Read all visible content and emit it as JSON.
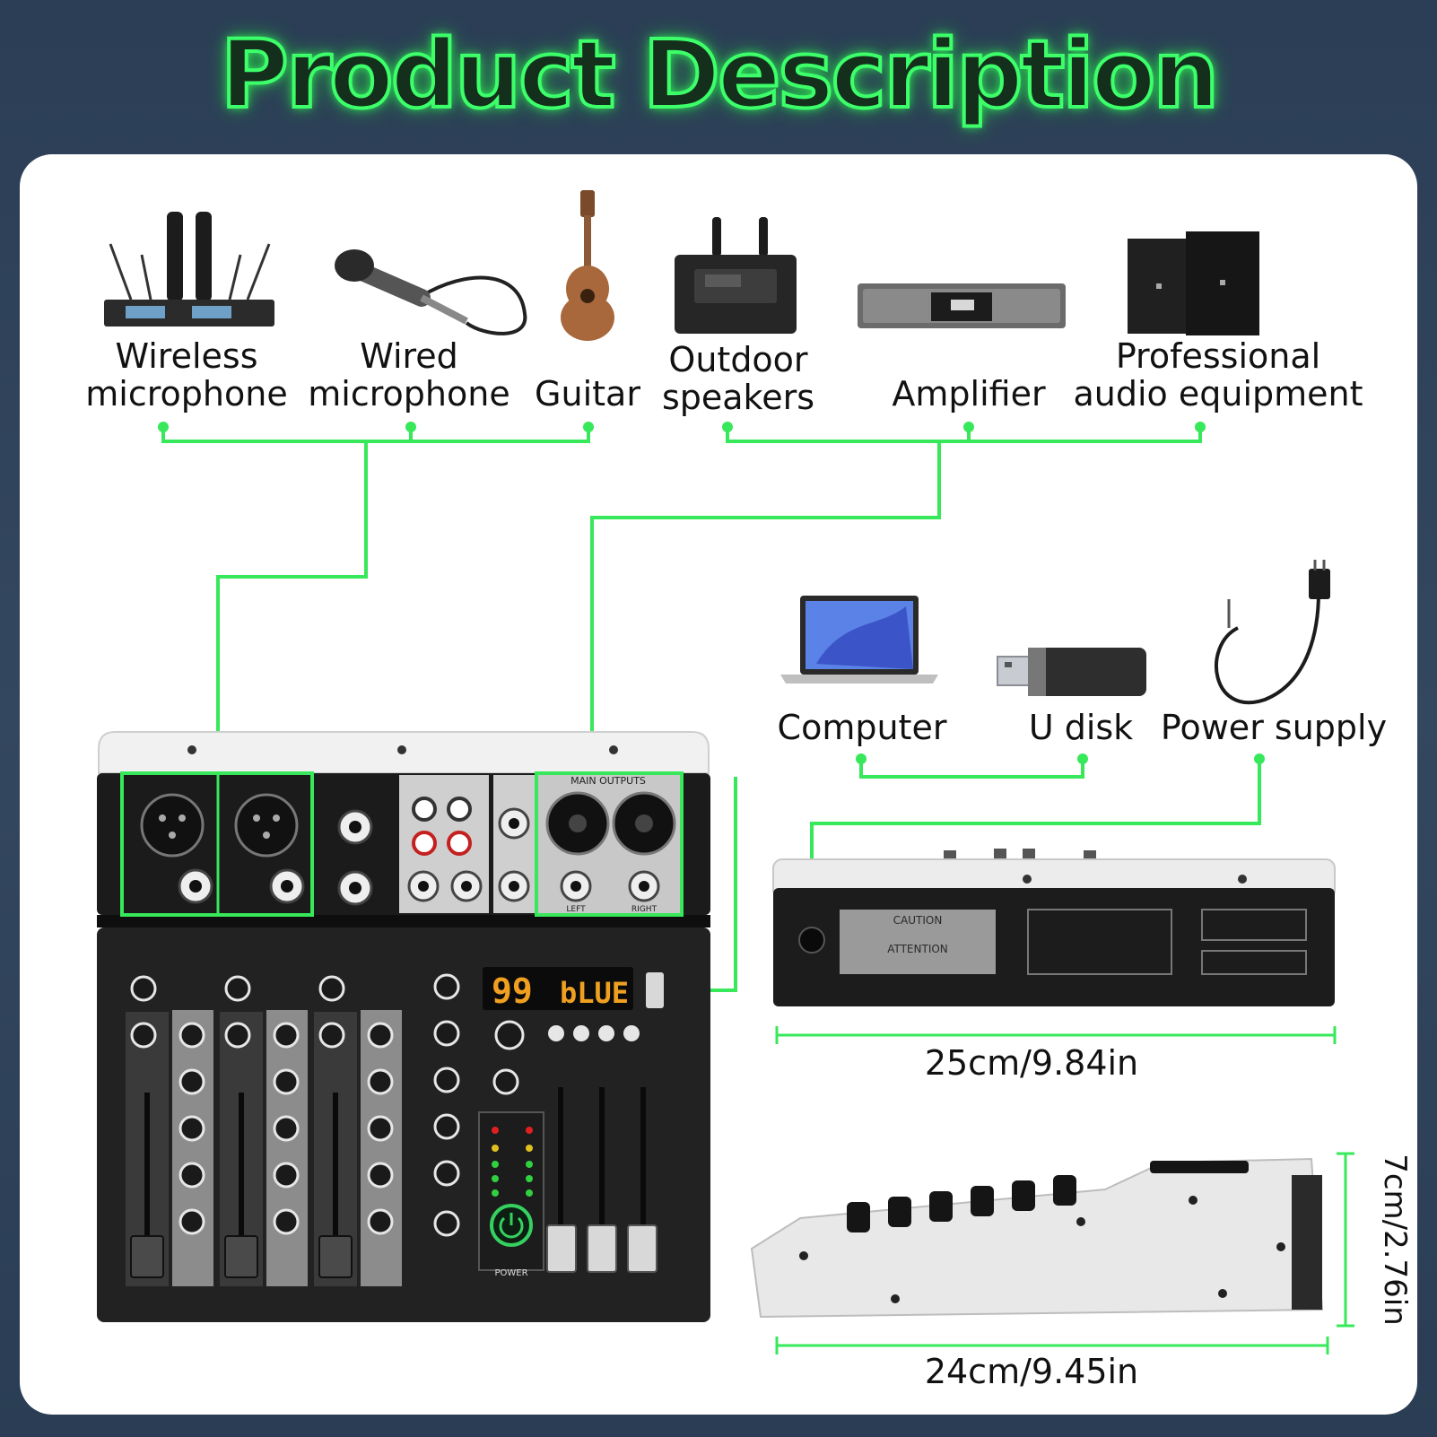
{
  "header": {
    "title": "Product Description"
  },
  "devices": {
    "wireless_microphone": "Wireless microphone",
    "wired_microphone": "Wired microphone",
    "guitar": "Guitar",
    "outdoor_speakers": "Outdoor speakers",
    "amplifier": "Amplifier",
    "professional_audio": "Professional audio equipment",
    "computer": "Computer",
    "u_disk": "U disk",
    "power_supply": "Power supply"
  },
  "mixer": {
    "display_channel": "99",
    "display_mode": "bLUE",
    "main_outputs_label": "MAIN OUTPUTS",
    "power_label": "POWER",
    "left_label": "LEFT",
    "right_label": "RIGHT",
    "caution_label": "CAUTION",
    "attention_label": "ATTENTION"
  },
  "dimensions": {
    "width_back": "25cm/9.84in",
    "width_side": "24cm/9.45in",
    "height_side": "7cm/2.76in"
  },
  "colors": {
    "accent_green": "#37e85a",
    "background": "#2e4259",
    "card": "#ffffff"
  }
}
